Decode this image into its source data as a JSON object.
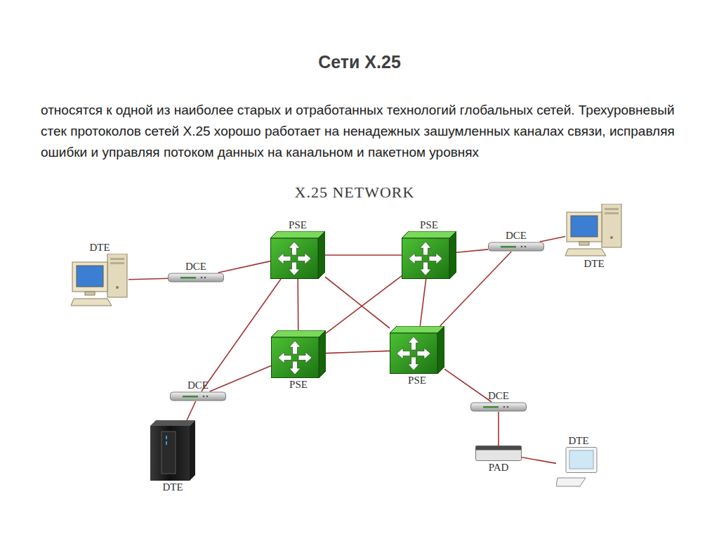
{
  "diagram": {
    "title": "Сети X.25",
    "nodes": [
      {
        "text": [
          "X.25 NETWORK"
        ]
      },
      {
        "text": [
          "PSE"
        ],
        "in": 0
      },
      {
        "text": [
          "PSE"
        ],
        "in": 0
      },
      {
        "text": [
          "PSE"
        ],
        "in": 0
      },
      {
        "text": [
          "PSE"
        ],
        "in": 0
      },
      {
        "text": [
          "DTE"
        ]
      },
      {
        "text": [
          "DCE"
        ]
      },
      {
        "text": [
          "DCE"
        ]
      },
      {
        "text": [
          "DTE"
        ]
      },
      {
        "text": [
          "DCE"
        ]
      },
      {
        "text": [
          "DTE"
        ]
      },
      {
        "text": [
          "DCE"
        ]
      },
      {
        "text": [
          "PAD"
        ]
      },
      {
        "text": [
          "DTE"
        ]
      }
    ],
    "edges": [
      {
        "from": 1,
        "to": 2,
        "arrow": "none"
      },
      {
        "from": 1,
        "to": 3,
        "arrow": "none"
      },
      {
        "from": 1,
        "to": 4,
        "arrow": "none"
      },
      {
        "from": 2,
        "to": 3,
        "arrow": "none"
      },
      {
        "from": 2,
        "to": 4,
        "arrow": "none"
      },
      {
        "from": 3,
        "to": 4,
        "arrow": "none"
      },
      {
        "from": 5,
        "to": 6,
        "arrow": "none"
      },
      {
        "from": 6,
        "to": 1,
        "arrow": "none"
      },
      {
        "from": 7,
        "to": 2,
        "arrow": "none"
      },
      {
        "from": 7,
        "to": 8,
        "arrow": "none"
      },
      {
        "from": 7,
        "to": 4,
        "arrow": "none"
      },
      {
        "from": 9,
        "to": 1,
        "arrow": "none"
      },
      {
        "from": 9,
        "to": 3,
        "arrow": "none"
      },
      {
        "from": 9,
        "to": 10,
        "arrow": "none"
      },
      {
        "from": 11,
        "to": 4,
        "arrow": "none"
      },
      {
        "from": 11,
        "to": 12,
        "arrow": "none"
      },
      {
        "from": 12,
        "to": 13,
        "arrow": "none"
      }
    ],
    "labels": [
      "относятся к одной из наиболее старых и отработанных технологий глобальных сетей. Трехуровневый стек протоколов сетей X.25 хорошо работает на ненадежных зашумленных каналах связи, исправляя ошибки и управляя потоком данных на канальном и пакетном уровнях"
    ]
  }
}
